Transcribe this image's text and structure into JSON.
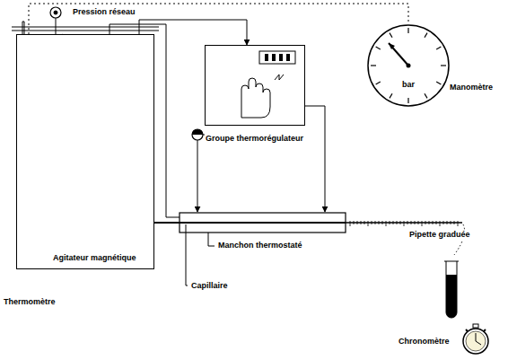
{
  "diagram": {
    "nodes": [
      {
        "text": [
          "Agitateur magnétique"
        ]
      },
      {
        "text": [
          "Groupe thermorégulateur"
        ]
      },
      {
        "text": [
          "bar"
        ]
      }
    ],
    "edges": [
      {
        "from": 0,
        "to": 1,
        "arrow": "to"
      },
      {
        "from": 0,
        "to": 2,
        "arrow": "none"
      }
    ],
    "labels": [
      "Pression réseau",
      "Manomètre",
      "Thermomètre",
      "Manchon thermostaté",
      "Capillaire",
      "Pipette graduée",
      "Chronomètre"
    ]
  }
}
